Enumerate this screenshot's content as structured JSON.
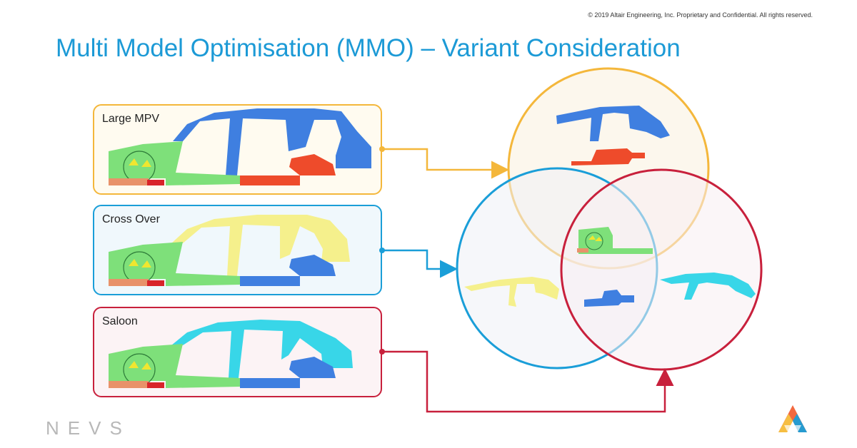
{
  "header": {
    "copyright": "© 2019 Altair Engineering, Inc. Proprietary and Confidential. All rights reserved.",
    "title": "Multi Model Optimisation (MMO) – Variant Consideration"
  },
  "variants": [
    {
      "label": "Large MPV",
      "color": "#f4b73b",
      "fill": "#fffbf0",
      "part_color": "#3f7fe0"
    },
    {
      "label": "Cross Over",
      "color": "#1a9ed8",
      "fill": "#f0f8fc",
      "part_color": "#f5f08c"
    },
    {
      "label": "Saloon",
      "color": "#c8203c",
      "fill": "#fcf3f5",
      "part_color": "#38d6e8"
    }
  ],
  "part_colors": {
    "green": "#7ee07a",
    "red": "#ee4b2b",
    "blue": "#3f7fe0",
    "yellow": "#f5f08c",
    "cyan": "#38d6e8"
  },
  "footer": {
    "brand": "NEVS",
    "logo_icon": "altair-logo-icon"
  }
}
